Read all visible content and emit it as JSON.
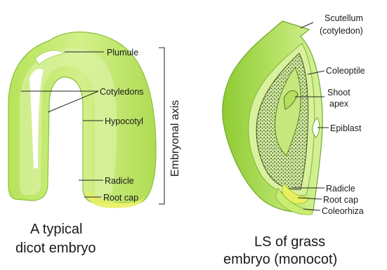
{
  "dicot": {
    "labels": {
      "plumule": "Plumule",
      "cotyledons": "Cotyledons",
      "hypocotyl": "Hypocotyl",
      "radicle": "Radicle",
      "root_cap": "Root cap"
    },
    "axis_label": "Embryonal axis",
    "caption": [
      "A typical",
      "dicot embryo"
    ]
  },
  "monocot": {
    "labels": {
      "scutellum": [
        "Scutellum",
        "(cotyledon)"
      ],
      "coleoptile": "Coleoptile",
      "shoot_apex": [
        "Shoot",
        "apex"
      ],
      "epiblast": "Epiblast",
      "radicle": "Radicle",
      "root_cap": "Root cap",
      "coleorhiza": "Coleorhiza"
    },
    "caption": [
      "LS of grass",
      "embryo (monocot)"
    ]
  },
  "colors": {
    "light_green": "#c8ec7a",
    "mid_green": "#a6da4a",
    "dark_outline": "#6fa82a",
    "stipple": "#2e3d12",
    "cap_yellow": "#e8f060"
  }
}
